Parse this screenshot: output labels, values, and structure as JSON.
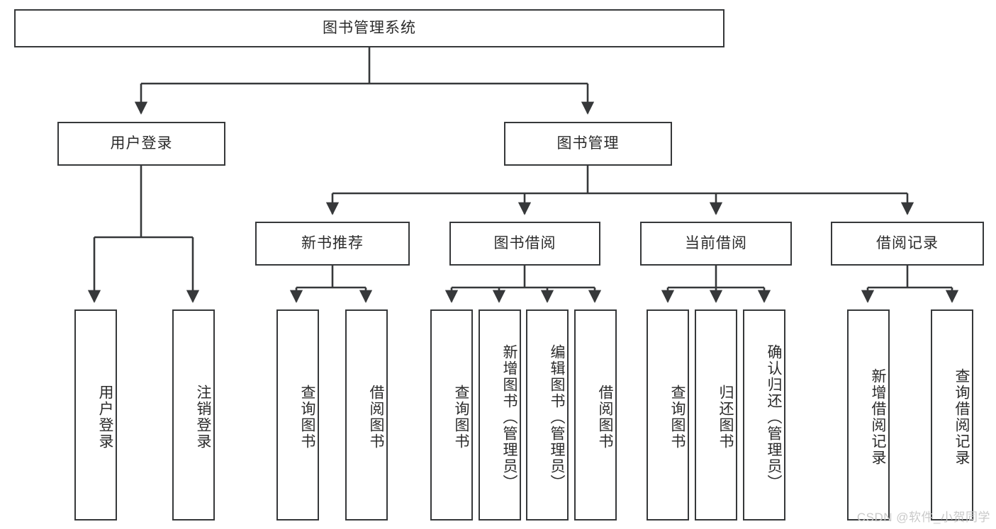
{
  "diagram": {
    "title": "图书管理系统",
    "type": "tree-hierarchy",
    "watermark": "CSDN @软件_小贺同学",
    "colors": {
      "box_border": "#36383a",
      "box_fill": "#ffffff",
      "edge": "#36383a",
      "text": "#2b2b2b",
      "watermark": "#c9c9c9",
      "background": "#ffffff"
    },
    "root": {
      "label": "图书管理系统"
    },
    "level2": [
      {
        "label": "用户登录"
      },
      {
        "label": "图书管理"
      }
    ],
    "level3": [
      {
        "label": "新书推荐"
      },
      {
        "label": "图书借阅"
      },
      {
        "label": "当前借阅"
      },
      {
        "label": "借阅记录"
      }
    ],
    "leaves": {
      "user_login": [
        {
          "label": "用户登录"
        },
        {
          "label": "注销登录"
        }
      ],
      "new_book_recommend": [
        {
          "label": "查询图书"
        },
        {
          "label": "借阅图书"
        }
      ],
      "book_borrow": [
        {
          "label": "查询图书"
        },
        {
          "label": "新增图书（管理员）"
        },
        {
          "label": "编辑图书（管理员）"
        },
        {
          "label": "借阅图书"
        }
      ],
      "current_borrow": [
        {
          "label": "查询图书"
        },
        {
          "label": "归还图书"
        },
        {
          "label": "确认归还（管理员）"
        }
      ],
      "borrow_record": [
        {
          "label": "新增借阅记录"
        },
        {
          "label": "查询借阅记录"
        }
      ]
    }
  }
}
